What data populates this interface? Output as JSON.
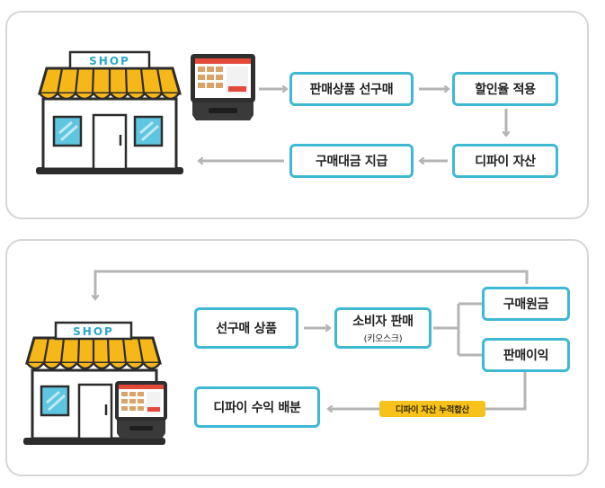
{
  "top": {
    "shop_label": "SHOP",
    "steps": [
      "판매상품 선구매",
      "할인율 적용",
      "디파이 자산",
      "구매대금 지급"
    ]
  },
  "bottom": {
    "shop_label": "SHOP",
    "purchase": "선구매 상품",
    "sale": "소비자 판매",
    "sale_sub": "(키오스크)",
    "cost": "구매원금",
    "profit": "판매이익",
    "distribution": "디파이 수익 배분",
    "badge": "디파이 자산 누적합산"
  },
  "colors": {
    "box_border": "#3fb8d4",
    "arrow": "#b5b5b5",
    "awning": "#f6b818",
    "badge": "#f6c21b"
  }
}
